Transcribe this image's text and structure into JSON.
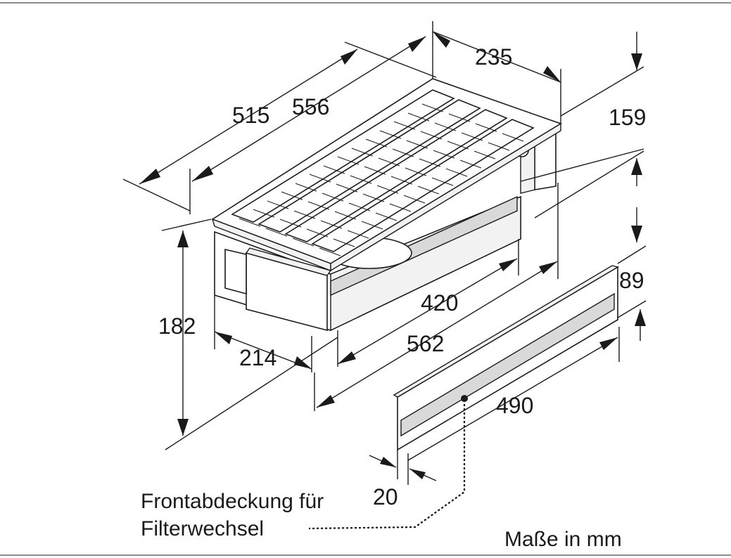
{
  "dimensions": {
    "d515": "515",
    "d556": "556",
    "d235": "235",
    "d159": "159",
    "d182": "182",
    "d214": "214",
    "d420": "420",
    "d562": "562",
    "d89": "89",
    "d490": "490",
    "d20": "20"
  },
  "labels": {
    "front_cover_line1": "Frontabdeckung für",
    "front_cover_line2": "Filterwechsel",
    "units": "Maße in mm"
  }
}
